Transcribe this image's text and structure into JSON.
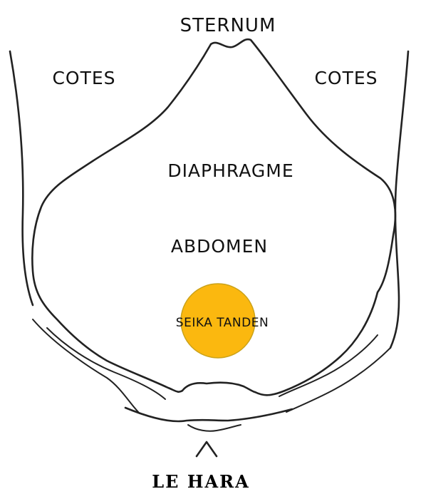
{
  "labels": {
    "sternum": "STERNUM",
    "cotes_left": "COTES",
    "cotes_right": "COTES",
    "diaphragme": "DIAPHRAGME",
    "abdomen": "ABDOMEN",
    "seika_tanden": "SEIKA TANDEN",
    "title": "LE HARA"
  },
  "colors": {
    "tanden_fill": "#fbb80f",
    "tanden_stroke": "#caa21a",
    "line": "#222222"
  },
  "icons": {
    "tanden": "filled-circle"
  }
}
